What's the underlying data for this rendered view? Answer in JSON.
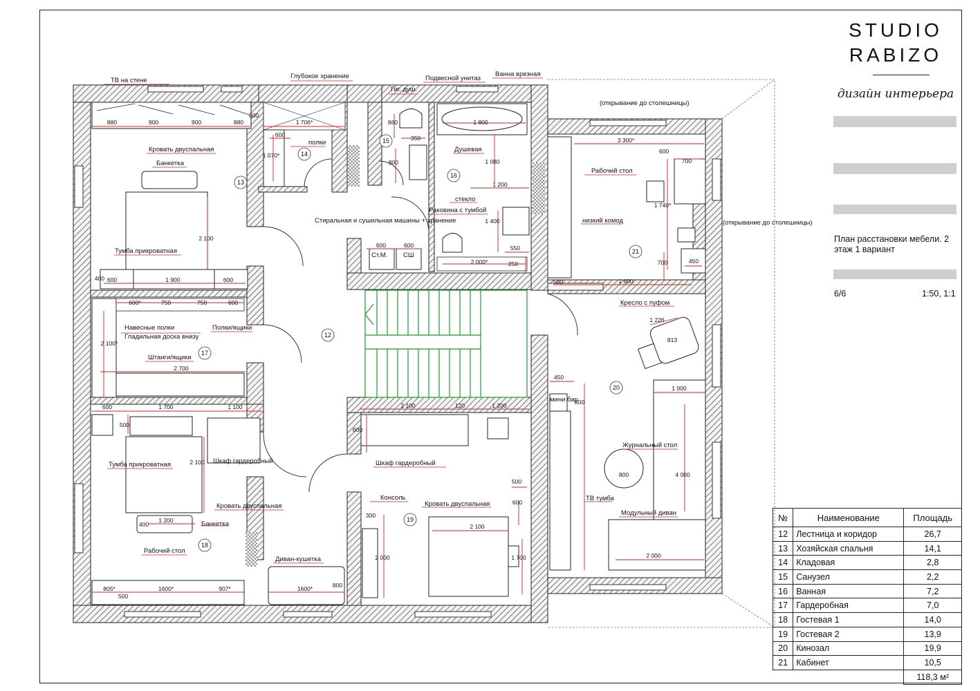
{
  "studio": {
    "line1": "STUDIO",
    "line2": "RABIZO",
    "subtitle": "дизайн интерьера"
  },
  "sheet": {
    "title": "План расстановки мебели. 2 этаж 1 вариант",
    "page": "6/6",
    "scale": "1:50, 1:1"
  },
  "table": {
    "headers": [
      "№",
      "Наименование",
      "Площадь"
    ],
    "rows": [
      {
        "n": "12",
        "name": "Лестница и коридор",
        "area": "26,7"
      },
      {
        "n": "13",
        "name": "Хозяйская спальня",
        "area": "14,1"
      },
      {
        "n": "14",
        "name": "Кладовая",
        "area": "2,8"
      },
      {
        "n": "15",
        "name": "Санузел",
        "area": "2,2"
      },
      {
        "n": "16",
        "name": "Ванная",
        "area": "7,2"
      },
      {
        "n": "17",
        "name": "Гардеробная",
        "area": "7,0"
      },
      {
        "n": "18",
        "name": "Гостевая 1",
        "area": "14,0"
      },
      {
        "n": "19",
        "name": "Гостевая 2",
        "area": "13,9"
      },
      {
        "n": "20",
        "name": "Кинозал",
        "area": "19,9"
      },
      {
        "n": "21",
        "name": "Кабинет",
        "area": "10,5"
      }
    ],
    "total": "118,3 м²"
  },
  "rooms": {
    "r12": "12",
    "r13": "13",
    "r14": "14",
    "r15": "15",
    "r16": "16",
    "r17": "17",
    "r18": "18",
    "r19": "19",
    "r20": "20",
    "r21": "21"
  },
  "labels": {
    "tv_wall": "ТВ на стене",
    "deep_storage": "Глубокое хранение",
    "hyg_shower": "Гиг. душ.",
    "wall_wc": "Подвесной унитаз",
    "bath": "Ванна врезная",
    "bed_double_13": "Кровать двуспальная",
    "bench_13": "Банкетка",
    "shelves_14": "полки",
    "shower": "Душевая",
    "glass": "стекло",
    "sink": "Раковина с тумбой",
    "washer": "Стиральная и сушильная машины + хранение",
    "st_m": "Ст.М.",
    "sh": "СШ",
    "nightstand_13": "Тумба прикроватная",
    "hang_shelves": "Навесные полки",
    "ironing": "Гладильная доска внизу",
    "shelves_drawers": "Полки/ящики",
    "rods_drawers": "Штанги/ящики",
    "desk_21": "Рабочий стол",
    "low_dresser": "низкий комод",
    "open_top_1": "(открывание до столешницы)",
    "open_top_2": "(открывание до столешницы)",
    "armchair": "Кресло с пуфом",
    "minibar": "мини бар",
    "coffee_table": "Журнальный стол",
    "tv_stand": "ТВ тумба",
    "modular_sofa": "Модульный диван",
    "nightstand_18": "Тумба прикроватная",
    "wardrobe_18": "Шкаф гардеробный",
    "bed_double_18": "Кровать двуспальная",
    "bench_18": "Банкетка",
    "desk_18": "Рабочий стол",
    "wardrobe_19": "Шкаф гардеробный",
    "console": "Консоль",
    "bed_double_19": "Кровать двуспальная",
    "daybed": "Диван-кушетка"
  },
  "dims": {
    "d880a": "880",
    "d900a": "900",
    "d900b": "900",
    "d880b": "880",
    "d600a": "600",
    "d1706": "1 706*",
    "d600b": "600",
    "d1070": "1 070*",
    "d860": "860",
    "d350": "350",
    "d800a": "800",
    "d1800": "1 800",
    "d1080": "1 080",
    "d1200a": "1 200",
    "d1400": "1 400",
    "d550": "550",
    "d2000a": "2 000*",
    "d250": "250",
    "d600c": "600",
    "d600d": "600",
    "d2100a": "2 100",
    "d400a": "400",
    "d600e": "600",
    "d1900": "1 900",
    "d600f": "600",
    "d600g": "600*",
    "d750a": "750",
    "d750b": "750",
    "d600h": "600",
    "d2100b": "2 100*",
    "d2700": "2 700",
    "d3300": "3 300*",
    "d700a": "700",
    "d1740": "1 740*",
    "d600i": "600",
    "d700b": "700",
    "d450a": "450",
    "d500a": "500",
    "d1600a": "1 600",
    "d1226": "1 226",
    "d813": "813",
    "d450b": "450",
    "d1000": "1 000",
    "d800b": "800",
    "d4000": "4 000",
    "d800c": "800",
    "d2000b": "2 000",
    "d600j": "600",
    "d1700": "1 700",
    "d1100": "1 100",
    "d500b": "500",
    "d2100c": "2 100",
    "d400b": "400",
    "d1200b": "1 200",
    "d805": "805*",
    "d1600b": "1600*",
    "d907": "907*",
    "d500c": "500",
    "d1600c": "1600*",
    "d800d": "800",
    "d2100d": "2 100",
    "d120": "120",
    "d1200c": "1 200",
    "d600k": "600",
    "d300": "300",
    "d2000c": "2 000",
    "d2100e": "2 100",
    "d500d": "500",
    "d600l": "600",
    "d1700b": "1 700"
  }
}
